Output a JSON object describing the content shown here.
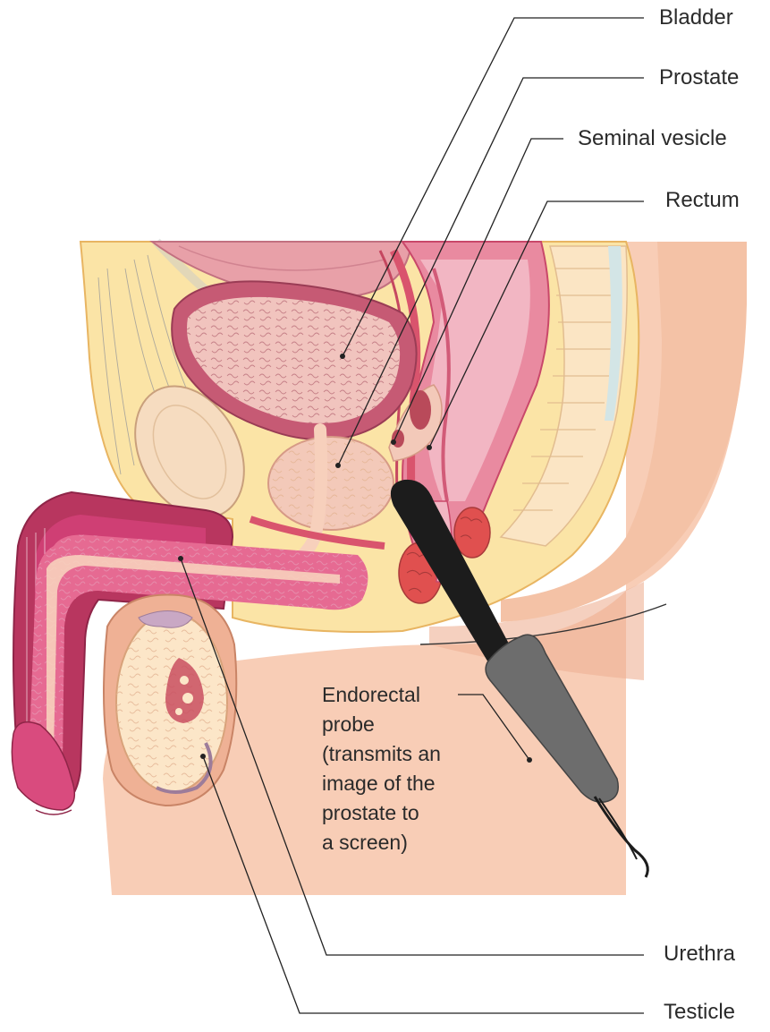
{
  "labels": {
    "bladder": "Bladder",
    "prostate": "Prostate",
    "seminal_vesicle": "Seminal vesicle",
    "rectum": "Rectum",
    "urethra": "Urethra",
    "testicle": "Testicle",
    "probe_lines": [
      "Endorectal",
      "probe",
      "(transmits an",
      "image of the",
      "prostate to",
      "a screen)"
    ]
  },
  "colors": {
    "skin": "#f8cdb6",
    "skin_dark": "#efb195",
    "fat": "#fbe4a6",
    "fat_border": "#e8b562",
    "bladder_wall": "#c65a74",
    "bladder_inner": "#f1c4be",
    "penis_body": "#cf3f74",
    "urethra": "#f7d0bc",
    "testicle": "#fce6c8",
    "rectum": "#d9546d",
    "probe_body": "#6d6d6d",
    "probe_tip": "#1c1c1c",
    "leader_line": "#222222",
    "text": "#2a2a2a"
  }
}
